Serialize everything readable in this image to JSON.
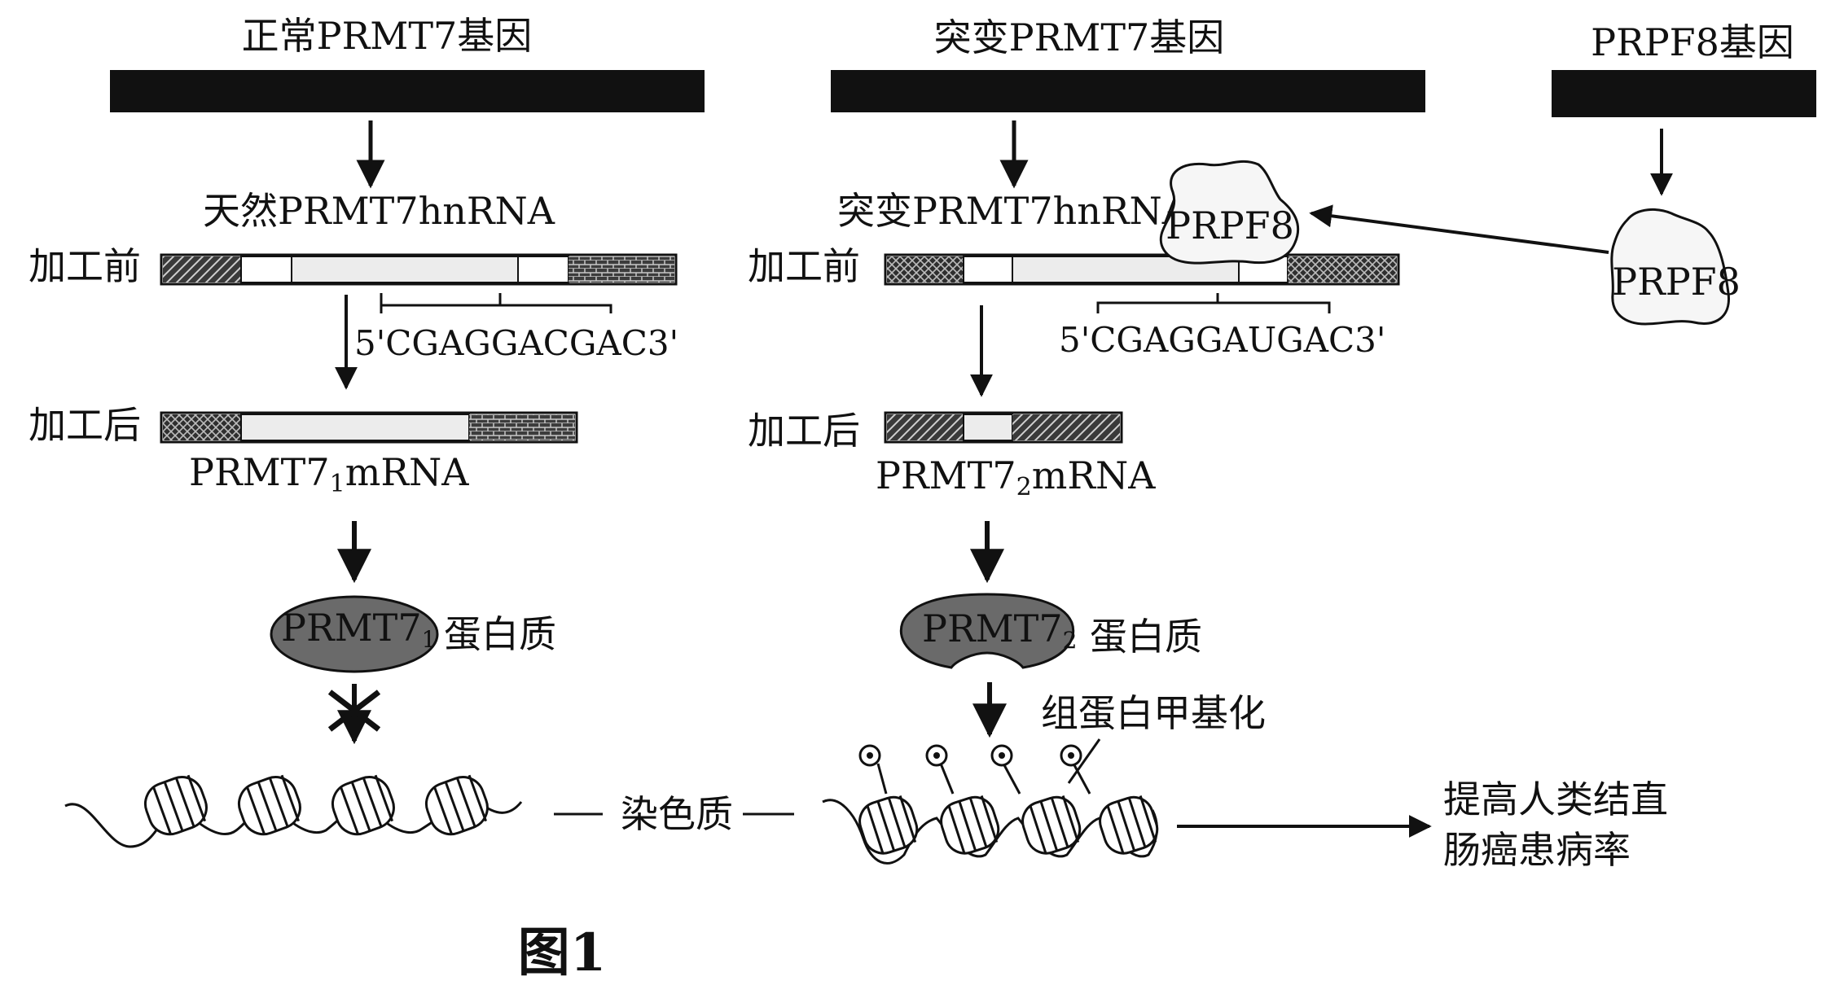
{
  "colors": {
    "gene_bar": "#111111",
    "protein_fill": "#6a6a6a",
    "prpf8_fill": "#f6f6f6",
    "stroke": "#111111"
  },
  "left": {
    "gene_title": "正常PRMT7基因",
    "hnrna_label": "天然PRMT7hnRNA",
    "before_label": "加工前",
    "sequence": "5'CGAGGACGAC3'",
    "after_label": "加工后",
    "mrna_base": "PRMT7",
    "mrna_sub": "1",
    "mrna_tail": "mRNA",
    "protein_base": "PRMT7",
    "protein_sub": "1",
    "protein_suffix": "蛋白质"
  },
  "right": {
    "gene_title": "突变PRMT7基因",
    "hnrna_label": "突变PRMT7hnRNA",
    "before_label": "加工前",
    "sequence": "5'CGAGGAUGAC3'",
    "after_label": "加工后",
    "mrna_base": "PRMT7",
    "mrna_sub": "2",
    "mrna_tail": "mRNA",
    "protein_base": "PRMT7",
    "protein_sub": "2",
    "protein_suffix": "蛋白质",
    "methylation_label": "组蛋白甲基化"
  },
  "prpf8": {
    "gene_title": "PRPF8基因",
    "protein_label": "PRPF8",
    "bound_label": "PRPF8"
  },
  "chromatin_label": "染色质",
  "outcome_line1": "提高人类结直",
  "outcome_line2": "肠癌患病率",
  "figure_caption": "图1"
}
